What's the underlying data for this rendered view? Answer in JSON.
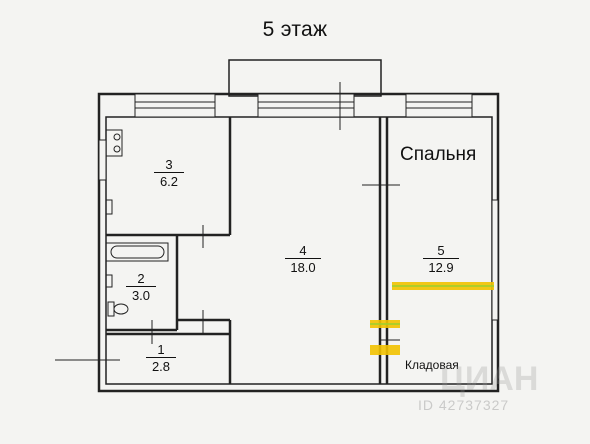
{
  "title": "5 этаж",
  "rooms": [
    {
      "number": "3",
      "area": "6.2"
    },
    {
      "number": "2",
      "area": "3.0"
    },
    {
      "number": "1",
      "area": "2.8"
    },
    {
      "number": "4",
      "area": "18.0"
    },
    {
      "number": "5",
      "area": "12.9"
    }
  ],
  "labels": {
    "bedroom": "Спальня",
    "storage": "Кладовая"
  },
  "watermark": {
    "brand": "ЦИАН",
    "id": "ID 42737327"
  },
  "colors": {
    "wall": "#222222",
    "background": "#f4f4f2",
    "highlight": "#f2c200",
    "highlight_green": "#9ccf2f"
  }
}
